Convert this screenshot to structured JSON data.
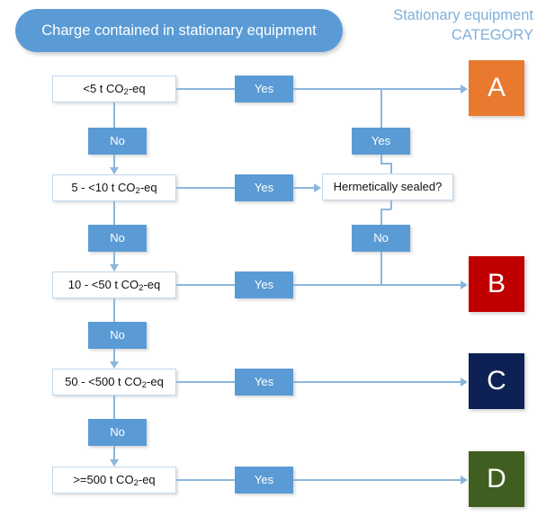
{
  "title": {
    "text": "Charge contained in stationary equipment"
  },
  "column_heading": {
    "line1": "Stationary equipment",
    "line2": "CATEGORY"
  },
  "labels": {
    "yes": "Yes",
    "no": "No"
  },
  "conditions": [
    {
      "id": "c1",
      "prefix": "<5 t CO",
      "sub": "2",
      "suffix": "-eq"
    },
    {
      "id": "c2",
      "prefix": "5 - <10 t CO",
      "sub": "2",
      "suffix": "-eq"
    },
    {
      "id": "c3",
      "prefix": "10 - <50 t CO",
      "sub": "2",
      "suffix": "-eq"
    },
    {
      "id": "c4",
      "prefix": "50 - <500 t CO",
      "sub": "2",
      "suffix": "-eq"
    },
    {
      "id": "c5",
      "prefix": ">=500 t CO",
      "sub": "2",
      "suffix": "-eq"
    }
  ],
  "decision": {
    "label": "Hermetically sealed?"
  },
  "categories": [
    {
      "letter": "A",
      "color": "#E8792E"
    },
    {
      "letter": "B",
      "color": "#C00000"
    },
    {
      "letter": "C",
      "color": "#0D2154"
    },
    {
      "letter": "D",
      "color": "#3F5E20"
    }
  ],
  "colors": {
    "accent_blue": "#5B9BD5",
    "heading_blue": "#7FB0DD",
    "connector": "#8CB6DC",
    "box_border": "#BFD7EC",
    "background": "#FFFFFF"
  },
  "chart_data": {
    "type": "diagram",
    "title": "Charge contained in stationary equipment",
    "nodes": [
      {
        "name": "start",
        "label": "Charge contained in stationary equipment",
        "kind": "title"
      },
      {
        "name": "c1",
        "label": "<5 t CO2-eq",
        "kind": "condition"
      },
      {
        "name": "c2",
        "label": "5 - <10 t CO2-eq",
        "kind": "condition"
      },
      {
        "name": "c3",
        "label": "10 - <50 t CO2-eq",
        "kind": "condition"
      },
      {
        "name": "c4",
        "label": "50 - <500 t CO2-eq",
        "kind": "condition"
      },
      {
        "name": "c5",
        "label": ">=500 t CO2-eq",
        "kind": "condition"
      },
      {
        "name": "sealed",
        "label": "Hermetically sealed?",
        "kind": "decision"
      },
      {
        "name": "A",
        "label": "A",
        "kind": "category"
      },
      {
        "name": "B",
        "label": "B",
        "kind": "category"
      },
      {
        "name": "C",
        "label": "C",
        "kind": "category"
      },
      {
        "name": "D",
        "label": "D",
        "kind": "category"
      }
    ],
    "edges": [
      {
        "from": "c1",
        "to": "A",
        "label": "Yes"
      },
      {
        "from": "c1",
        "to": "c2",
        "label": "No"
      },
      {
        "from": "c2",
        "to": "sealed",
        "label": "Yes"
      },
      {
        "from": "c2",
        "to": "c3",
        "label": "No"
      },
      {
        "from": "sealed",
        "to": "A",
        "label": "Yes"
      },
      {
        "from": "sealed",
        "to": "B",
        "label": "No"
      },
      {
        "from": "c3",
        "to": "B",
        "label": "Yes"
      },
      {
        "from": "c3",
        "to": "c4",
        "label": "No"
      },
      {
        "from": "c4",
        "to": "C",
        "label": "Yes"
      },
      {
        "from": "c4",
        "to": "c5",
        "label": "No"
      },
      {
        "from": "c5",
        "to": "D",
        "label": "Yes"
      }
    ]
  }
}
